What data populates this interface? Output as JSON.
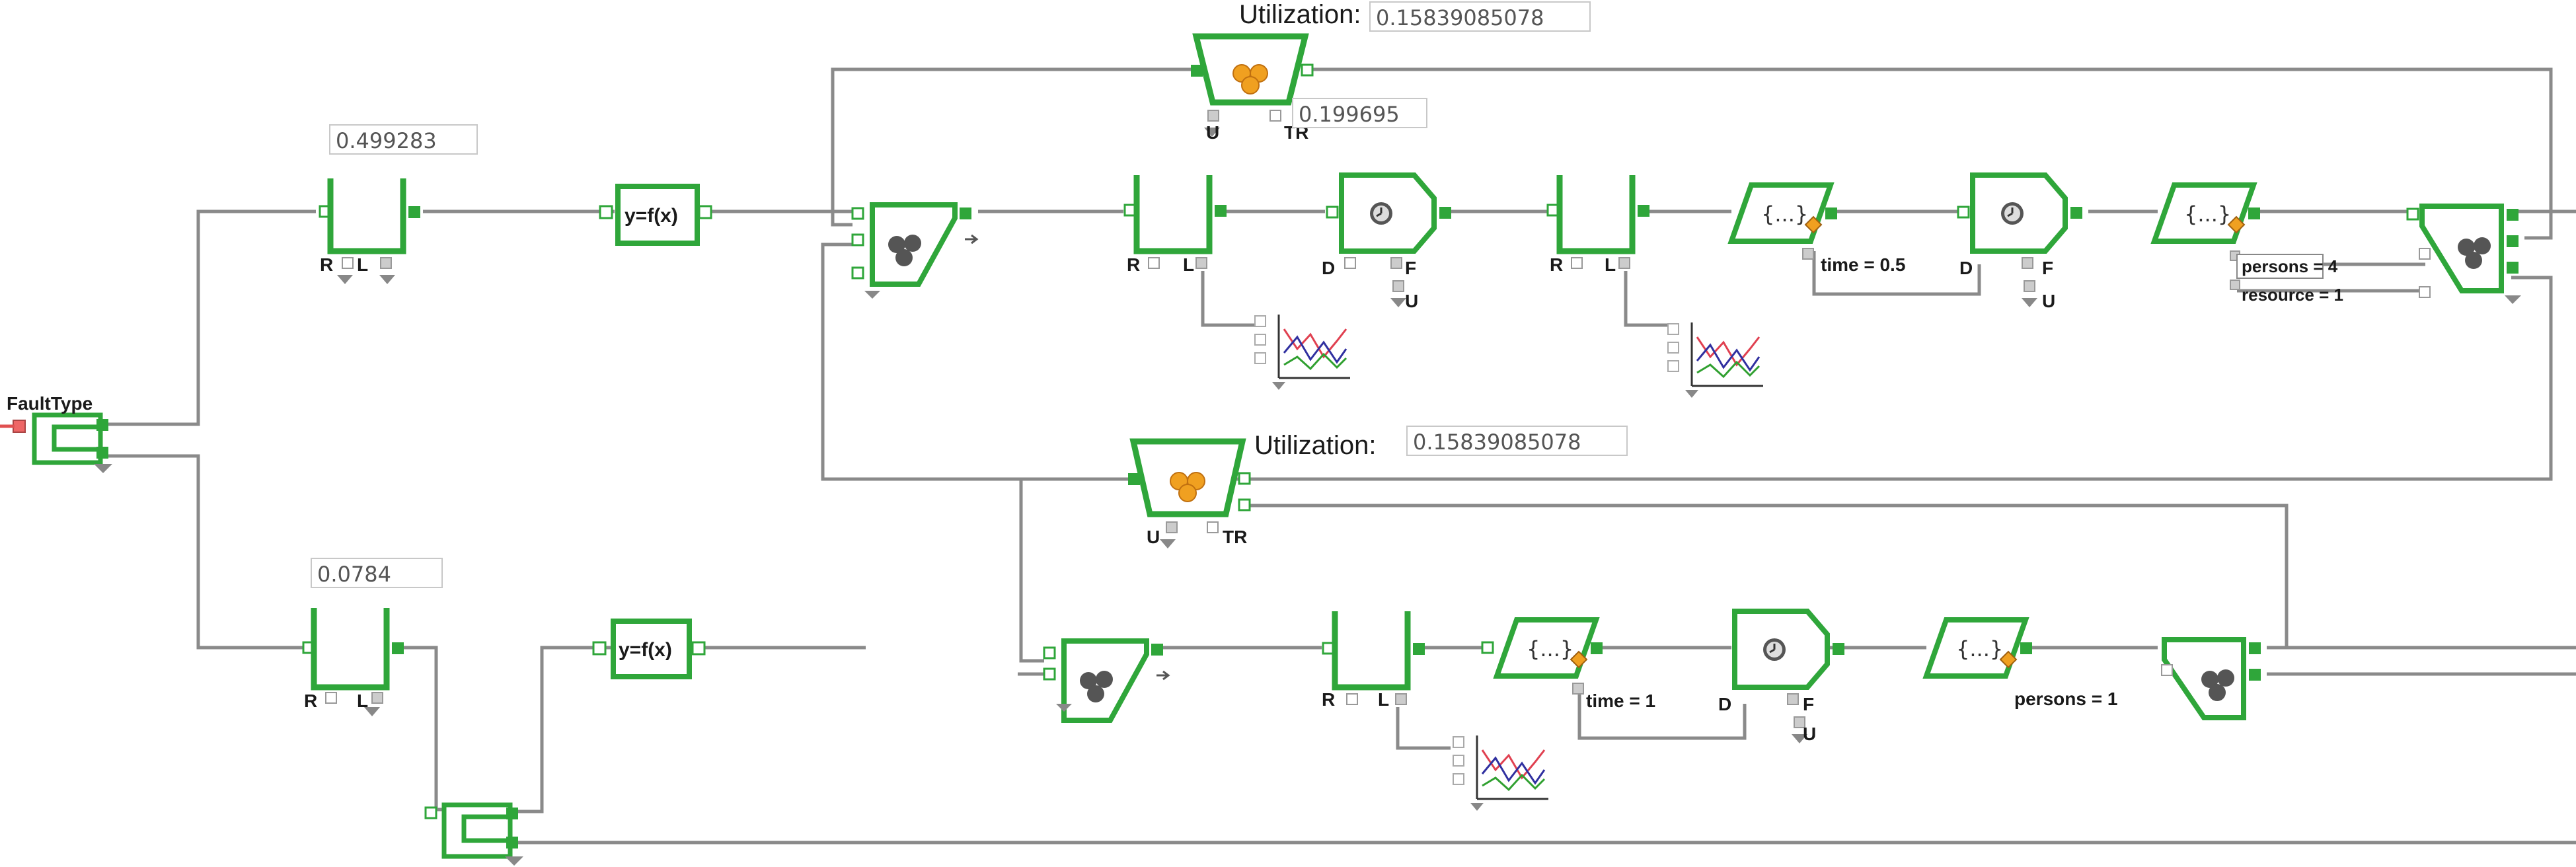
{
  "source": {
    "label": "FaultType"
  },
  "top": {
    "queue_value": "0.499283",
    "func_label": "y=f(x)",
    "resource_pool": {
      "label": "Utilization:",
      "value": "0.15839085078",
      "tr_value": "0.199695"
    },
    "delay1_time": "time = 0.5",
    "combine_persons": "persons = 4",
    "combine_resource": "resource = 1"
  },
  "bottom": {
    "queue_value": "0.0784",
    "func_label": "y=f(x)",
    "resource_pool": {
      "label": "Utilization:",
      "value": "0.15839085078"
    },
    "delay1_time": "time = 1",
    "combine_persons": "persons = 1"
  },
  "ports": {
    "R": "R",
    "L": "L",
    "D": "D",
    "F": "F",
    "U": "U",
    "TR": "TR"
  },
  "icons": {
    "queue": "queue-icon",
    "function": "function-icon",
    "seize": "seize-icon",
    "delay": "clock-icon",
    "timeout": "braces-icon",
    "pool": "resource-pool-icon",
    "chart": "time-plot-icon",
    "combine": "combine-icon",
    "split": "select-output-icon"
  },
  "colors": {
    "block": "#2fa63a",
    "wire": "#8a8a8a",
    "pool_ball": "#f0a020",
    "agent_ball": "#555555"
  }
}
